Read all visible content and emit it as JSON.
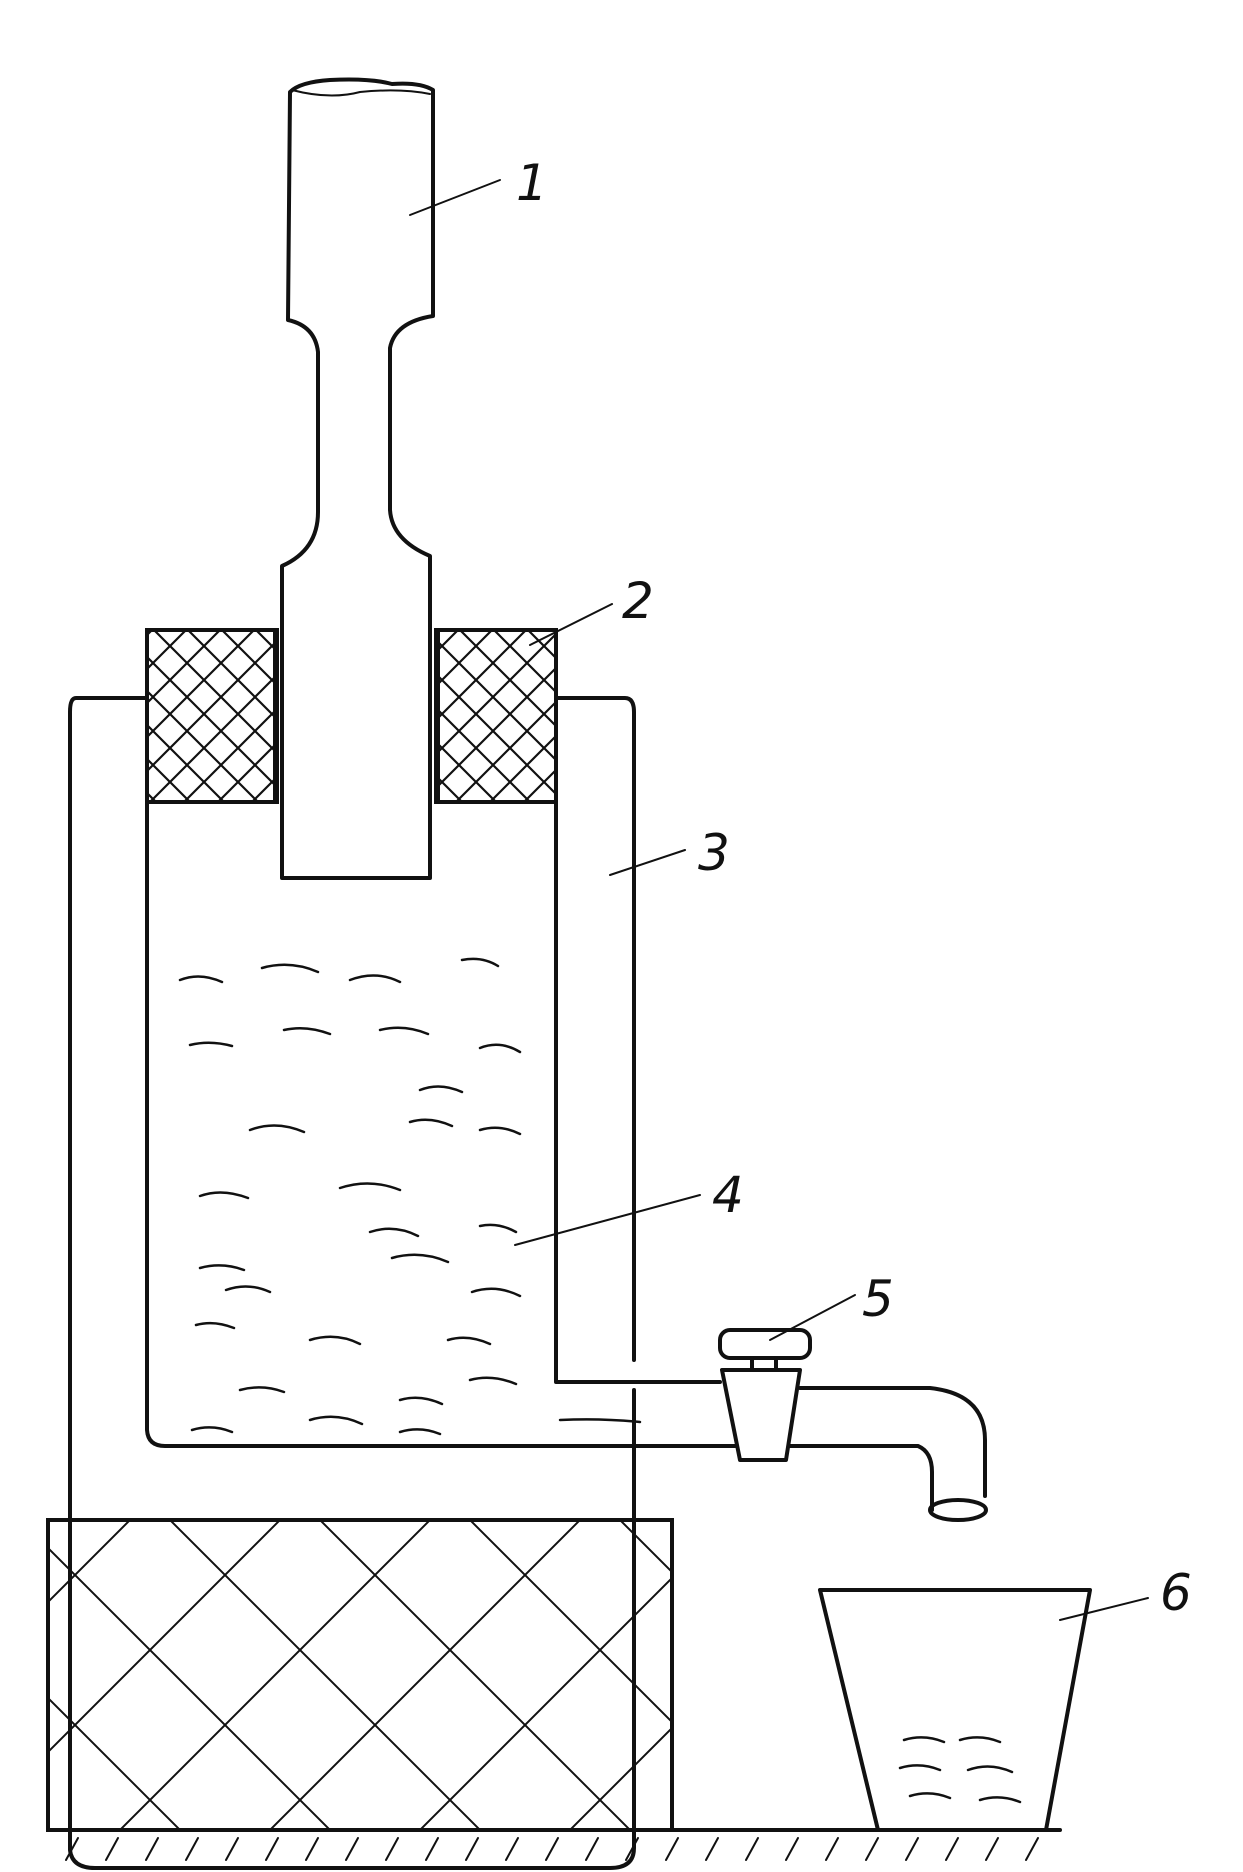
{
  "labels": {
    "l1": "1",
    "l2": "2",
    "l3": "3",
    "l4": "4",
    "l5": "5",
    "l6": "6"
  },
  "colors": {
    "ink": "#111111",
    "paper": "#ffffff"
  }
}
